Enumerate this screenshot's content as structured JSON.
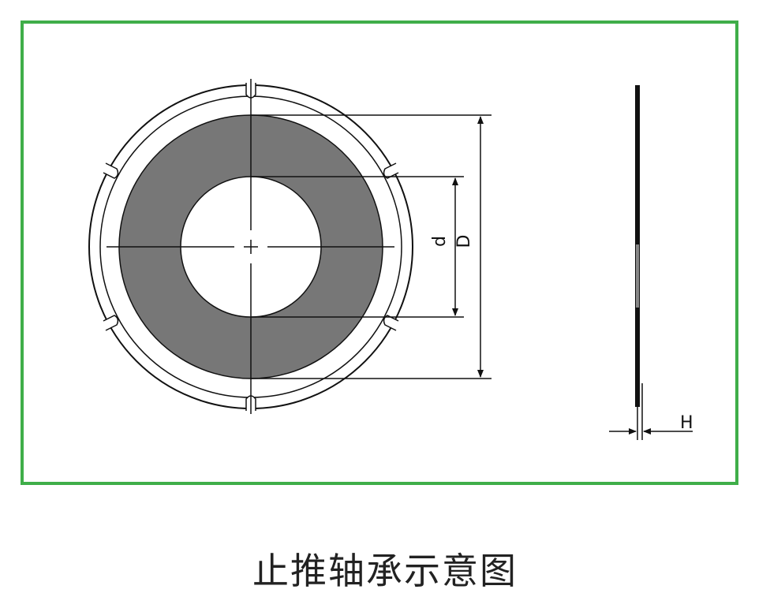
{
  "caption": "止推轴承示意图",
  "labels": {
    "inner_diameter": "d",
    "outer_diameter": "D",
    "thickness": "H"
  },
  "colors": {
    "frame_border": "#3fae49",
    "bearing_face": "#777777",
    "line": "#111111"
  }
}
